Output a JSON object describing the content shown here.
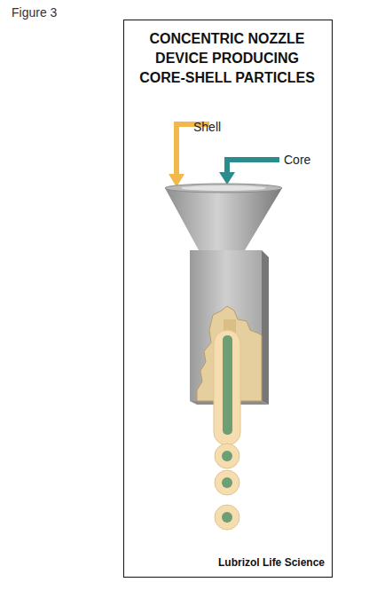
{
  "diagram": {
    "title": "CONCENTRIC NOZZLE DEVICE PRODUCING CORE-SHELL PARTICLES",
    "labels": [
      "Figure 3",
      "Shell",
      "Core",
      "Lubrizol Life Science"
    ]
  }
}
